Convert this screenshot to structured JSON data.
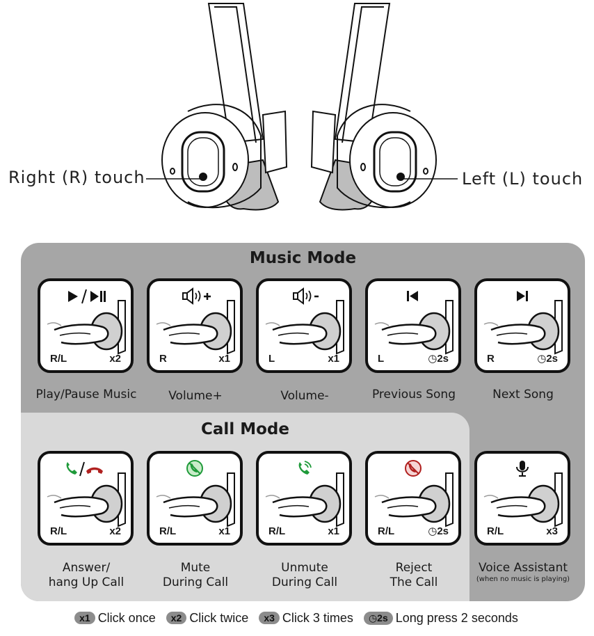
{
  "labels": {
    "right_touch": "Right (R) touch",
    "left_touch": "Left (L) touch"
  },
  "music_mode": {
    "title": "Music Mode",
    "cards": [
      {
        "icon": "play-pause-icon",
        "side": "R/L",
        "action": "x2",
        "caption": "Play/Pause Music"
      },
      {
        "icon": "volume-up-icon",
        "side": "R",
        "action": "x1",
        "caption": "Volume+"
      },
      {
        "icon": "volume-down-icon",
        "side": "L",
        "action": "x1",
        "caption": "Volume-"
      },
      {
        "icon": "previous-track-icon",
        "side": "L",
        "action": "2s",
        "caption": "Previous Song"
      },
      {
        "icon": "next-track-icon",
        "side": "R",
        "action": "2s",
        "caption": "Next Song"
      }
    ]
  },
  "call_mode": {
    "title": "Call Mode",
    "cards": [
      {
        "icon": "answer-hangup-icon",
        "side": "R/L",
        "action": "x2",
        "caption_line1": "Answer/",
        "caption_line2": "hang Up Call"
      },
      {
        "icon": "mute-call-icon",
        "side": "R/L",
        "action": "x1",
        "caption_line1": "Mute",
        "caption_line2": "During Call"
      },
      {
        "icon": "unmute-call-icon",
        "side": "R/L",
        "action": "x1",
        "caption_line1": "Unmute",
        "caption_line2": "During Call"
      },
      {
        "icon": "reject-call-icon",
        "side": "R/L",
        "action": "2s",
        "caption_line1": "Reject",
        "caption_line2": "The Call"
      }
    ]
  },
  "voice_assistant": {
    "icon": "microphone-icon",
    "side": "R/L",
    "action": "x3",
    "caption": "Voice Assistant",
    "note": "(when no music is playing)"
  },
  "legend": [
    {
      "badge": "x1",
      "text": "Click once"
    },
    {
      "badge": "x2",
      "text": "Click twice"
    },
    {
      "badge": "x3",
      "text": "Click 3 times"
    },
    {
      "badge": "2s",
      "text": "Long press 2 seconds"
    }
  ],
  "colors": {
    "music_panel": "#a6a6a6",
    "call_panel": "#d9d9d9",
    "call_green": "#1f9a3a",
    "call_red": "#b0201f"
  }
}
